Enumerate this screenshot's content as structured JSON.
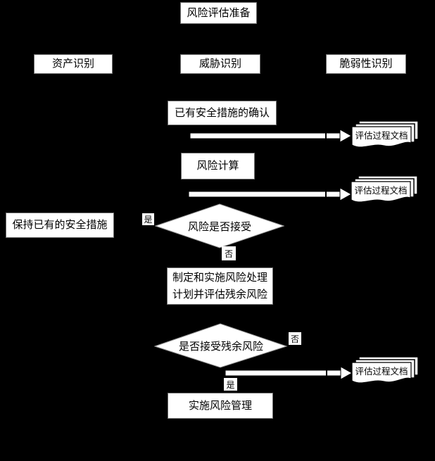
{
  "diagram": {
    "title": "risk-assessment-flowchart",
    "background_color": "#000000",
    "node_fill": "#ffffff",
    "node_border": "#6e6e6e",
    "text_color": "#000000",
    "arrow_fill": "#ffffff"
  },
  "nodes": {
    "prepare": "风险评估准备",
    "asset": "资产识别",
    "threat": "威胁识别",
    "vulnerability": "脆弱性识别",
    "confirm_existing": "已有安全措施的确认",
    "risk_calculation": "风险计算",
    "risk_accept_question": "风险是否接受",
    "keep_existing": "保持已有的安全措施",
    "treatment_plan_line1": "制定和实施风险处理",
    "treatment_plan_line2": "计划并评估残余风险",
    "residual_risk_question": "是否接受残余风险",
    "implement": "实施风险管理"
  },
  "branch_labels": {
    "yes": "是",
    "no": "否"
  },
  "document_label": "评估过程文档"
}
